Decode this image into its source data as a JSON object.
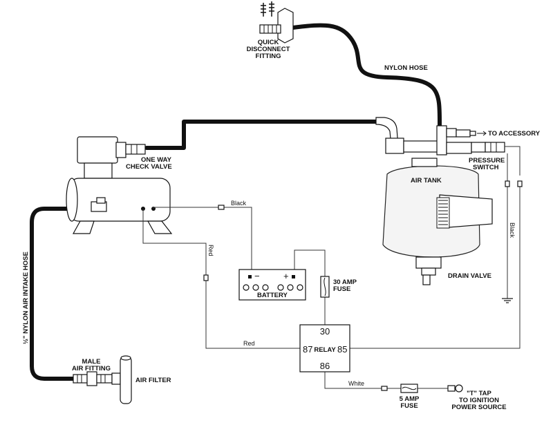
{
  "labels": {
    "quick_disconnect": [
      "QUICK",
      "DISCONNECT",
      "FITTING"
    ],
    "nylon_hose": "NYLON HOSE",
    "to_accessory": "TO ACCESSORY",
    "one_way_check_valve": [
      "ONE WAY",
      "CHECK VALVE"
    ],
    "pressure_switch": [
      "PRESSURE",
      "SWITCH"
    ],
    "air_tank": "AIR TANK",
    "drain_valve": "DRAIN VALVE",
    "battery": "BATTERY",
    "battery_neg": "−",
    "battery_pos": "+",
    "fuse_30": [
      "30 AMP",
      "FUSE"
    ],
    "relay": "RELAY",
    "relay_30": "30",
    "relay_87": "87",
    "relay_85": "85",
    "relay_86": "86",
    "intake_hose": "½\" NYLON AIR INTAKE HOSE",
    "male_air_fitting": [
      "MALE",
      "AIR FITTING"
    ],
    "air_filter": "AIR FILTER",
    "fuse_5": [
      "5 AMP",
      "FUSE"
    ],
    "t_tap": [
      "\"T\" TAP",
      "TO IGNITION",
      "POWER SOURCE"
    ]
  },
  "wires": {
    "black_battery": "Black",
    "red_left": "Red",
    "red_bottom": "Red",
    "black_right": "Black",
    "white": "White"
  }
}
